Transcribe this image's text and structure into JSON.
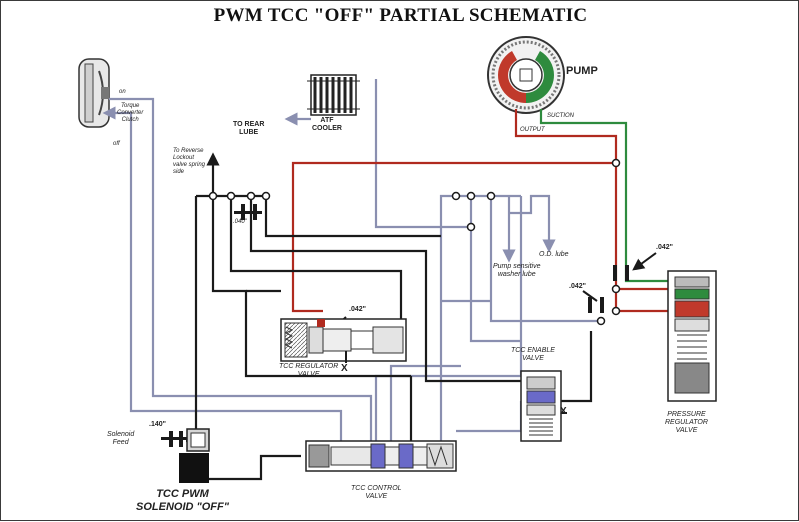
{
  "title": "PWM TCC \"OFF\" PARTIAL SCHEMATIC",
  "labels": {
    "pump": "PUMP",
    "suction": "SUCTION",
    "output": "OUTPUT",
    "rear_lube": "TO REAR\nLUBE",
    "atf_cooler": "ATF\nCOOLER",
    "torque_converter_clutch": "Torque\nConverter\nClutch",
    "on": "on",
    "off": "off",
    "to_reverse_lockout": "To Reverse\nLockout\nvalve spring\nside",
    "orifice_040": ".040\"",
    "orifice_042_top": ".042\"",
    "orifice_042_center": ".042\"",
    "orifice_042_right": ".042\"",
    "orifice_140": ".140\"",
    "pump_sensitive_washer_lube": "Pump sensitive\nwasher lube",
    "od_lube": "O.D. lube",
    "tcc_regulator_valve": "TCC REGULATOR\nVALVE",
    "tcc_enable_valve": "TCC ENABLE\nVALVE",
    "tcc_control_valve": "TCC CONTROL\nVALVE",
    "pressure_regulator_valve": "PRESSURE\nREGULATOR\nVALVE",
    "solenoid_feed": "Solenoid\nFeed",
    "tcc_pwm_solenoid": "TCC PWM\nSOLENOID \"OFF\"",
    "exhaust_x": "X"
  },
  "colors": {
    "line_pressure": "#b02a1f",
    "suction": "#2e8b3e",
    "exhaust": "#8a8fb0",
    "control": "#1a1a1a",
    "valve_blue": "#5f5fc4"
  },
  "icons": [
    "pump-gear-icon",
    "cooler-coil-icon",
    "converter-clutch-icon",
    "solenoid-icon",
    "valve-spring-icon",
    "flow-arrow-icon"
  ]
}
